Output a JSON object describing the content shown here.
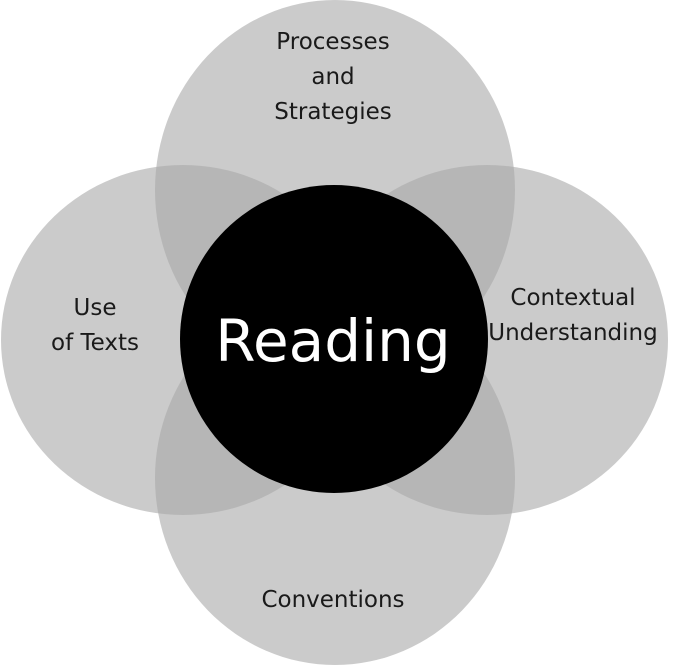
{
  "diagram": {
    "center": "Reading",
    "top": [
      "Processes",
      "and",
      "Strategies"
    ],
    "left": [
      "Use",
      "of Texts"
    ],
    "right": [
      "Contextual",
      "Understanding"
    ],
    "bottom": [
      "Conventions"
    ]
  },
  "colors": {
    "petal": "#a8a8a8",
    "petal_opacity": "0.6",
    "center": "#000000",
    "center_text": "#ffffff",
    "label_text": "#1a1a1a"
  }
}
